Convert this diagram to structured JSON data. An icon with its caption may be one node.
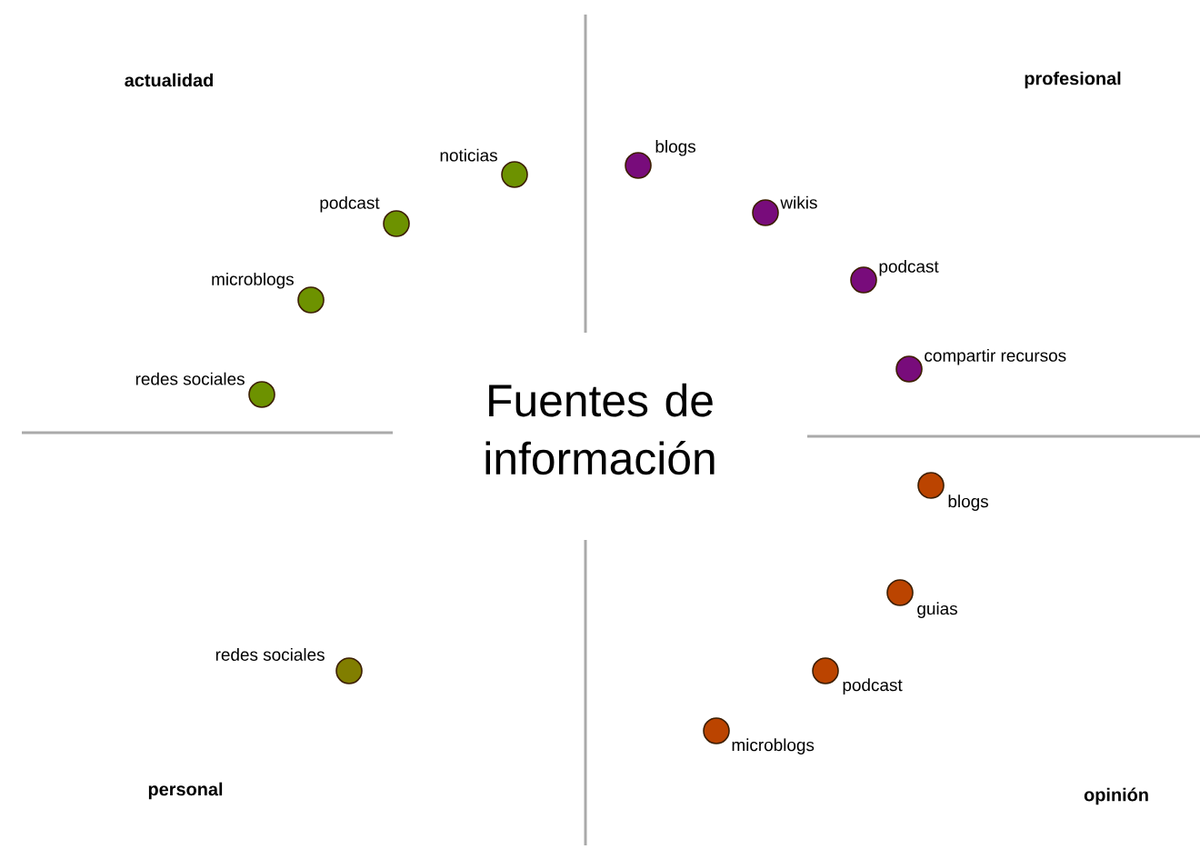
{
  "diagram": {
    "title": "Fuentes de información",
    "nodes": [
      {
        "text": [],
        "shape": "circle",
        "beside": [
          "noticias"
        ]
      },
      {
        "text": [],
        "shape": "circle",
        "beside": [
          "podcast"
        ]
      },
      {
        "text": [],
        "shape": "circle",
        "beside": [
          "microblogs"
        ]
      },
      {
        "text": [],
        "shape": "circle",
        "beside": [
          "redes sociales"
        ]
      },
      {
        "text": [],
        "shape": "circle",
        "beside": [
          "blogs"
        ]
      },
      {
        "text": [],
        "shape": "circle",
        "beside": [
          "wikis"
        ]
      },
      {
        "text": [],
        "shape": "circle",
        "beside": [
          "podcast"
        ]
      },
      {
        "text": [],
        "shape": "circle",
        "beside": [
          "compartir recursos"
        ]
      },
      {
        "text": [],
        "shape": "circle",
        "beside": [
          "blogs"
        ]
      },
      {
        "text": [],
        "shape": "circle",
        "beside": [
          "guias"
        ]
      },
      {
        "text": [],
        "shape": "circle",
        "beside": [
          "podcast"
        ]
      },
      {
        "text": [],
        "shape": "circle",
        "beside": [
          "microblogs"
        ]
      },
      {
        "text": [],
        "shape": "circle",
        "beside": [
          "redes sociales"
        ]
      }
    ],
    "labels": [
      "actualidad",
      "profesional",
      "personal",
      "opinión"
    ]
  }
}
